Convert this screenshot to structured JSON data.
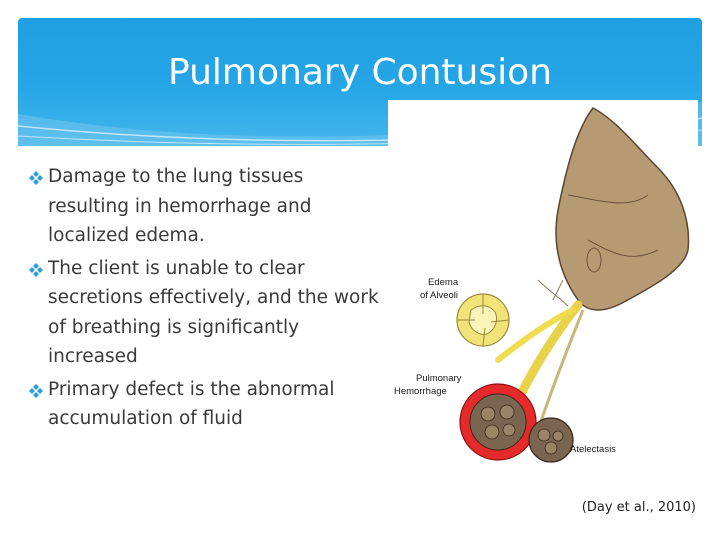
{
  "slide": {
    "title": "Pulmonary Contusion",
    "bullets": [
      "Damage to the lung tissues resulting in hemorrhage and localized edema.",
      "The client is unable to clear secretions effectively, and the work of breathing is significantly increased",
      "Primary defect is the abnormal accumulation of fluid"
    ],
    "citation": "(Day et al., 2010)"
  },
  "figure": {
    "labels": {
      "edema_line1": "Edema",
      "edema_line2": "of Alveoli",
      "hemorrhage_line1": "Pulmonary",
      "hemorrhage_line2": "Hemorrhage",
      "atelectasis": "Atelectasis"
    },
    "icons": [
      "diamond-bullet-icon"
    ],
    "colors": {
      "header": "#26a6e6",
      "lung": "#b59a74",
      "edema": "#f2e27a",
      "hemorrhage": "#e42a2a",
      "bronchus": "#f0dc50",
      "bullet": "#2a9fd8"
    }
  }
}
